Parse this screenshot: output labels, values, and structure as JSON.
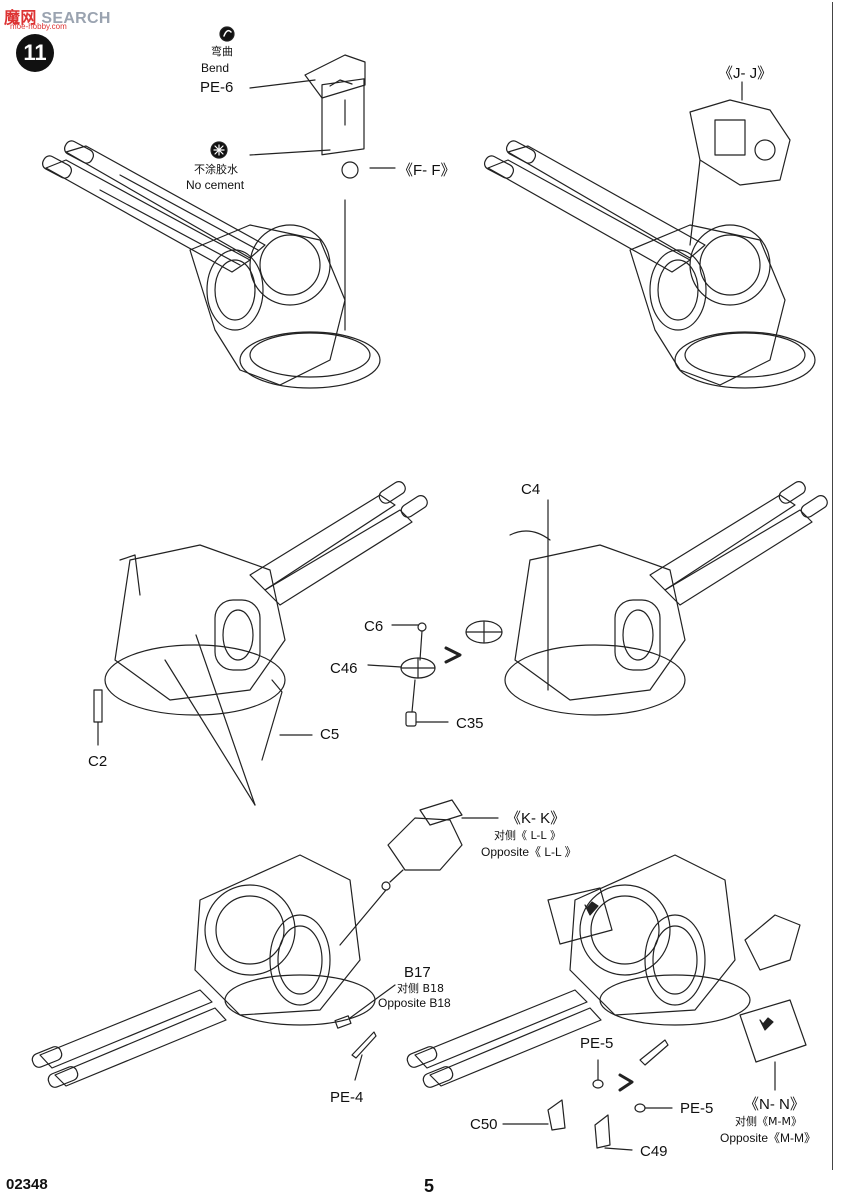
{
  "watermark": {
    "brand_left": "魔",
    "brand_mid": "网",
    "brand_text": "SEARCH",
    "url": "moe-hobby.com"
  },
  "step_number": "11",
  "callouts": {
    "bend_cn": "弯曲",
    "bend_en": "Bend",
    "pe6": "PE-6",
    "no_cement_cn": "不涂胶水",
    "no_cement_en": "No cement",
    "ff": "《F- F》",
    "jj": "《J- J》",
    "c4": "C4",
    "c6": "C6",
    "c46": "C46",
    "c35": "C35",
    "c5": "C5",
    "c2": "C2",
    "kk": "《K- K》",
    "kk_opp_cn": "对侧《 L-L 》",
    "kk_opp_en": "Opposite《 L-L 》",
    "b17": "B17",
    "b18_cn": "对侧 B18",
    "b18_en": "Opposite B18",
    "pe4": "PE-4",
    "pe5_a": "PE-5",
    "pe5_b": "PE-5",
    "c50": "C50",
    "c49": "C49",
    "nn": "《N- N》",
    "nn_opp_cn": "对侧《M-M》",
    "nn_opp_en": "Opposite《M-M》"
  },
  "footer": {
    "kit_number": "02348",
    "page_number": "5"
  }
}
